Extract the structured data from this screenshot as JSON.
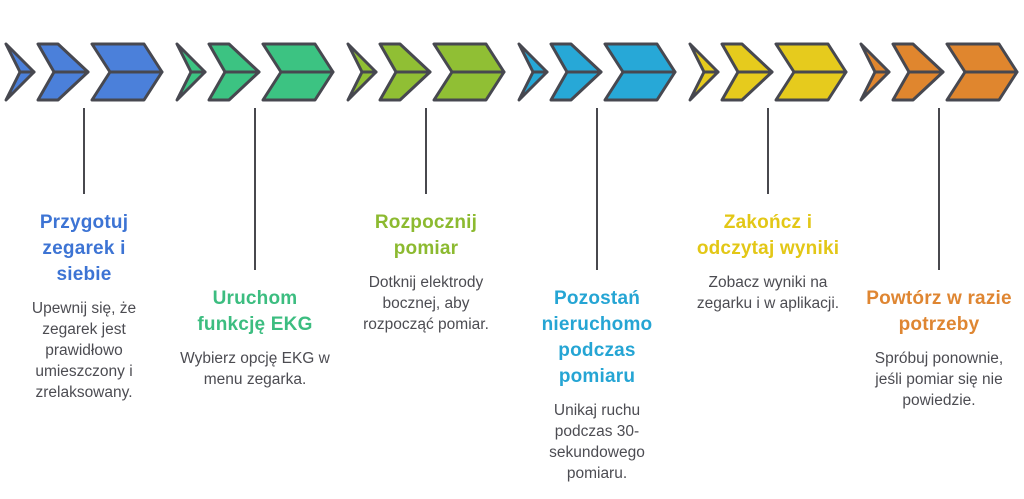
{
  "figure": {
    "type": "process-flow-infographic",
    "background": "#ffffff",
    "outline_color": "#474850",
    "connector_color": "#48484e",
    "body_text_color": "#4c4c52",
    "icon": "triple-chevron-right"
  },
  "steps": [
    {
      "title": "Przygotuj zegarek i siebie",
      "description": "Upewnij się, że zegarek jest prawidłowo umieszczony i zrelaksowany.",
      "color": "#4b80da",
      "title_color": "#3d74d4"
    },
    {
      "title": "Uruchom funkcję EKG",
      "description": "Wybierz opcję EKG w menu zegarka.",
      "color": "#3cc382",
      "title_color": "#3cbd80"
    },
    {
      "title": "Rozpocznij pomiar",
      "description": "Dotknij elektrody bocznej, aby rozpocząć pomiar.",
      "color": "#90bf34",
      "title_color": "#8cba30"
    },
    {
      "title": "Pozostań nieruchomo podczas pomiaru",
      "description": "Unikaj ruchu podczas 30-sekundowego pomiaru.",
      "color": "#27a8d7",
      "title_color": "#25a5d4"
    },
    {
      "title": "Zakończ i odczytaj wyniki",
      "description": "Zobacz wyniki na zegarku i w aplikacji.",
      "color": "#e6cb1d",
      "title_color": "#e3c716"
    },
    {
      "title": "Powtórz w razie potrzeby",
      "description": "Spróbuj ponownie, jeśli pomiar się nie powiedzie.",
      "color": "#e0862e",
      "title_color": "#df8632"
    }
  ]
}
